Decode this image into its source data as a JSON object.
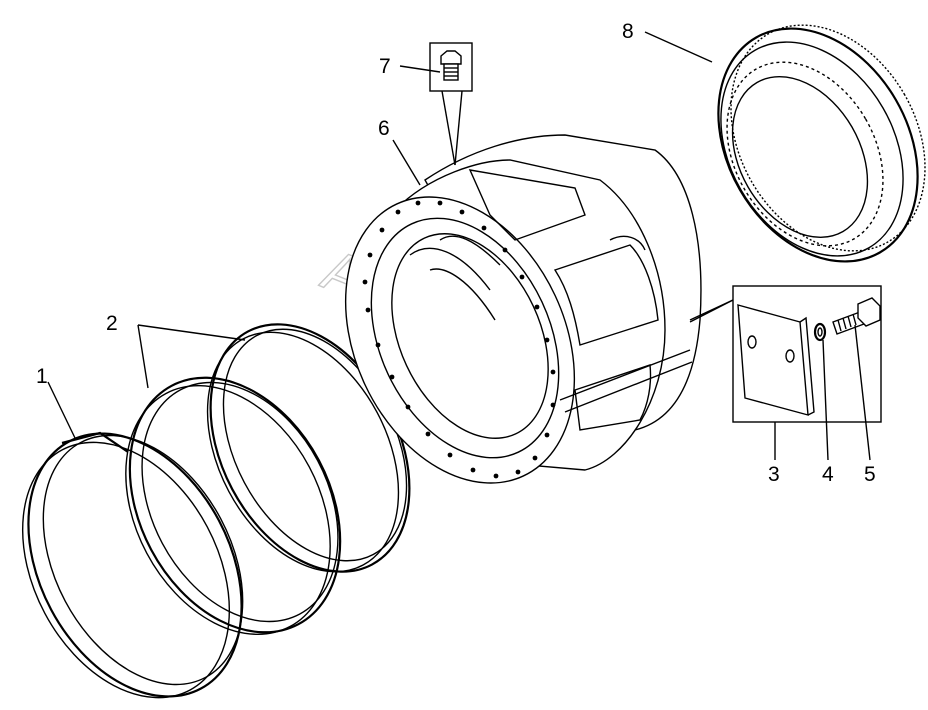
{
  "diagram": {
    "watermark": "AutoSoft",
    "callouts": {
      "c1": "1",
      "c2": "2",
      "c3": "3",
      "c4": "4",
      "c5": "5",
      "c6": "6",
      "c7": "7",
      "c8": "8"
    },
    "parts": [
      {
        "id": "c1",
        "name": "ring-large"
      },
      {
        "id": "c2",
        "name": "rings-pair"
      },
      {
        "id": "c3",
        "name": "plate"
      },
      {
        "id": "c4",
        "name": "washer"
      },
      {
        "id": "c5",
        "name": "bolt"
      },
      {
        "id": "c6",
        "name": "housing"
      },
      {
        "id": "c7",
        "name": "bolt-small"
      },
      {
        "id": "c8",
        "name": "ring-gear"
      }
    ]
  }
}
